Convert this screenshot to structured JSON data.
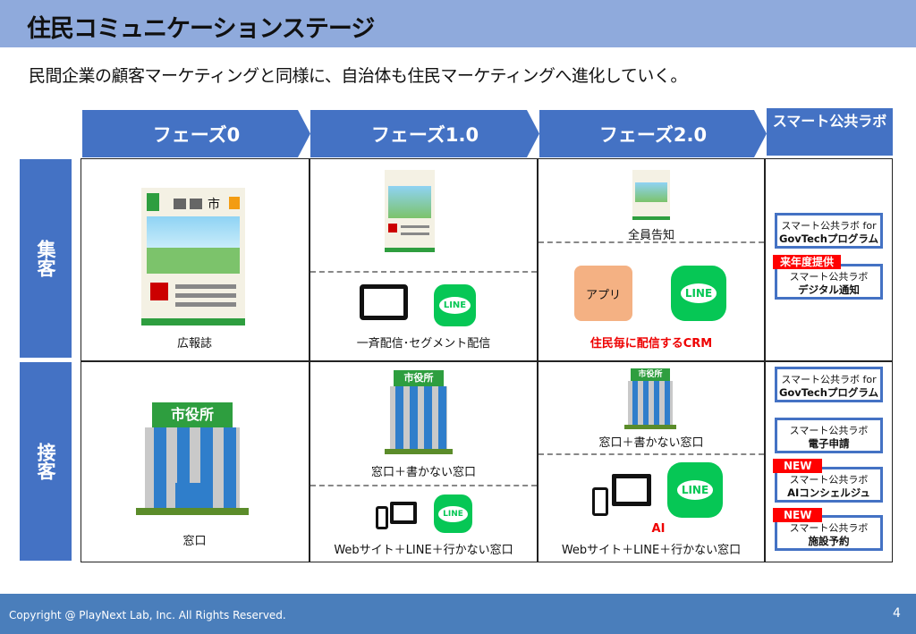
{
  "title": "住民コミュニケーションステージ",
  "subtitle": "民間企業の顧客マーケティングと同様に、自治体も住民マーケティングへ進化していく。",
  "phases": [
    "フェーズ0",
    "フェーズ1.0",
    "フェーズ2.0"
  ],
  "lab_header": "スマート公共ラボ",
  "rows": [
    "集客",
    "接客"
  ],
  "cells": {
    "r1c0": "広報誌",
    "r1c1": "一斉配信･セグメント配信",
    "r1c2_top": "全員告知",
    "r1c2_bottom": "住民毎に配信するCRM",
    "app_label": "アプリ",
    "r2c0": "窓口",
    "r2c1_top": "窓口＋書かない窓口",
    "r2c1_bottom": "Webサイト＋LINE＋行かない窓口",
    "r2c2_top": "窓口＋書かない窓口",
    "r2c2_ai": "AI",
    "r2c2_bottom": "Webサイト＋LINE＋行かない窓口",
    "line_label": "LINE",
    "cityhall_sign": "市役所",
    "brochure_city": "市"
  },
  "lab": {
    "b1": {
      "line1": "スマート公共ラボ for",
      "line2": "GovTechプログラム"
    },
    "b2": {
      "badge": "来年度提供",
      "line1": "スマート公共ラボ",
      "line2": "デジタル通知"
    },
    "b3": {
      "line1": "スマート公共ラボ for",
      "line2": "GovTechプログラム"
    },
    "b4": {
      "line1": "スマート公共ラボ",
      "line2": "電子申請"
    },
    "b5": {
      "badge": "NEW",
      "line1": "スマート公共ラボ",
      "line2": "AIコンシェルジュ"
    },
    "b6": {
      "badge": "NEW",
      "line1": "スマート公共ラボ",
      "line2": "施設予約"
    }
  },
  "footer": {
    "copyright": "Copyright @ PlayNext Lab, Inc. All Rights Reserved.",
    "page": "4"
  },
  "colors": {
    "title_bar": "#8faadc",
    "accent": "#4472c4",
    "line_green": "#06c755",
    "badge_red": "#ff0000",
    "footer": "#4a7ebb"
  }
}
